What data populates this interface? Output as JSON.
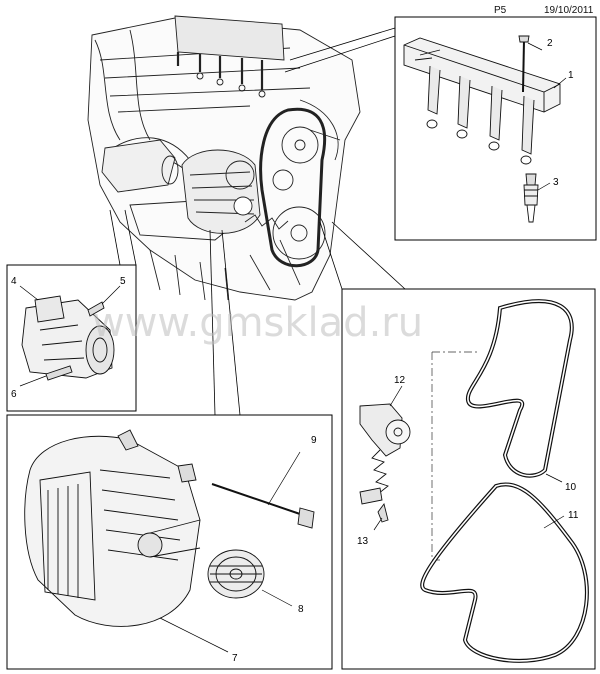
{
  "header": {
    "page_code": "P5",
    "date": "19/10/2011"
  },
  "watermark": "www.gmsklad.ru",
  "callouts": [
    "1",
    "2",
    "3",
    "4",
    "5",
    "6",
    "7",
    "8",
    "9",
    "10",
    "11",
    "12",
    "13"
  ],
  "parts": {
    "ignition_coil": "1",
    "coil_bolt": "2",
    "spark_plug": "3",
    "starter_motor": "4",
    "starter_bolt": "5",
    "starter_stud": "6",
    "alternator": "7",
    "alternator_pulley": "8",
    "alternator_bolt": "9",
    "drive_belt_small": "10",
    "drive_belt_large": "11",
    "belt_tensioner": "12",
    "tensioner_bolt": "13"
  }
}
